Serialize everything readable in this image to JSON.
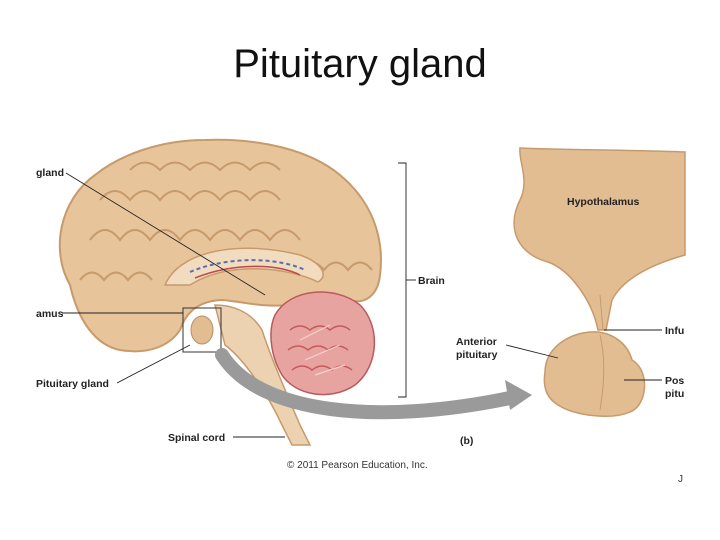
{
  "title": "Pituitary gland",
  "labels": {
    "pineal": "gland",
    "hypothalamus_left": "amus",
    "pituitary_left": "Pituitary gland",
    "spinal_cord": "Spinal cord",
    "brain": "Brain",
    "hypothalamus_right": "Hypothalamus",
    "anterior_line1": "Anterior",
    "anterior_line2": "pituitary",
    "infundibulum": "Infu",
    "posterior_line1": "Pos",
    "posterior_line2": "pitu",
    "panel_b": "(b)",
    "copyright": "© 2011 Pearson Education, Inc.",
    "edge_mark": "J"
  },
  "colors": {
    "brain_tan": "#e8c49a",
    "brain_outline": "#c79a6c",
    "cerebellum": "#d9787a",
    "arrow_gray": "#9a9a9a",
    "pituitary": "#e2bd92"
  }
}
